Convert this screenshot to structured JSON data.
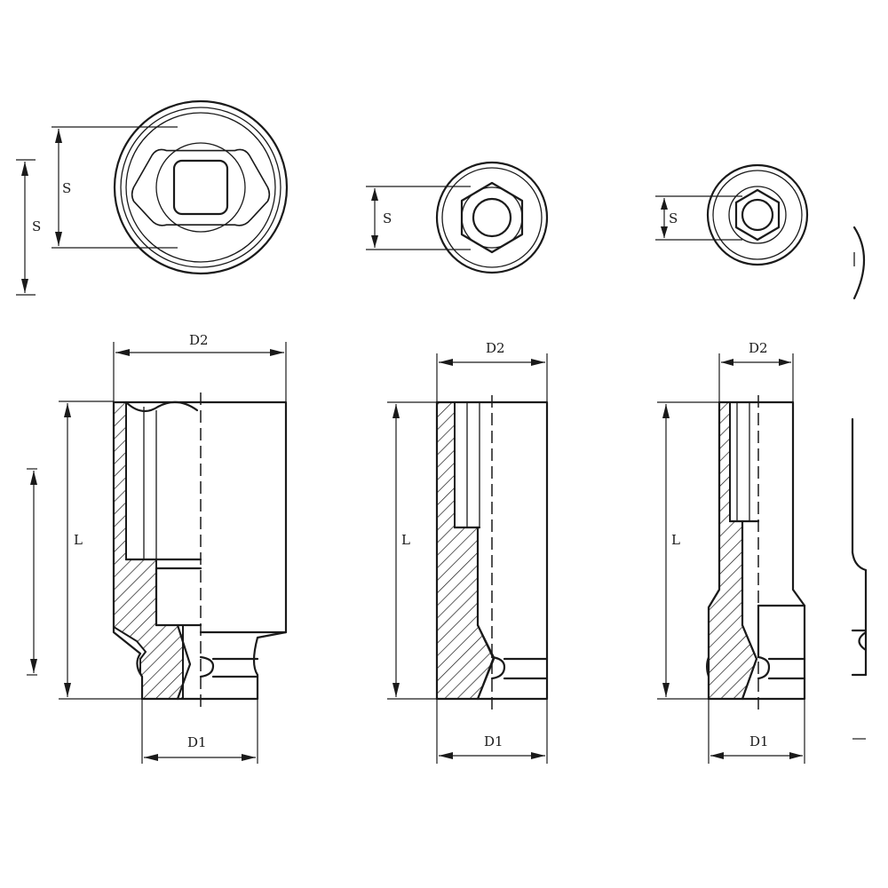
{
  "labels": {
    "s": "S",
    "d1": "D1",
    "d2": "D2",
    "l": "L"
  }
}
